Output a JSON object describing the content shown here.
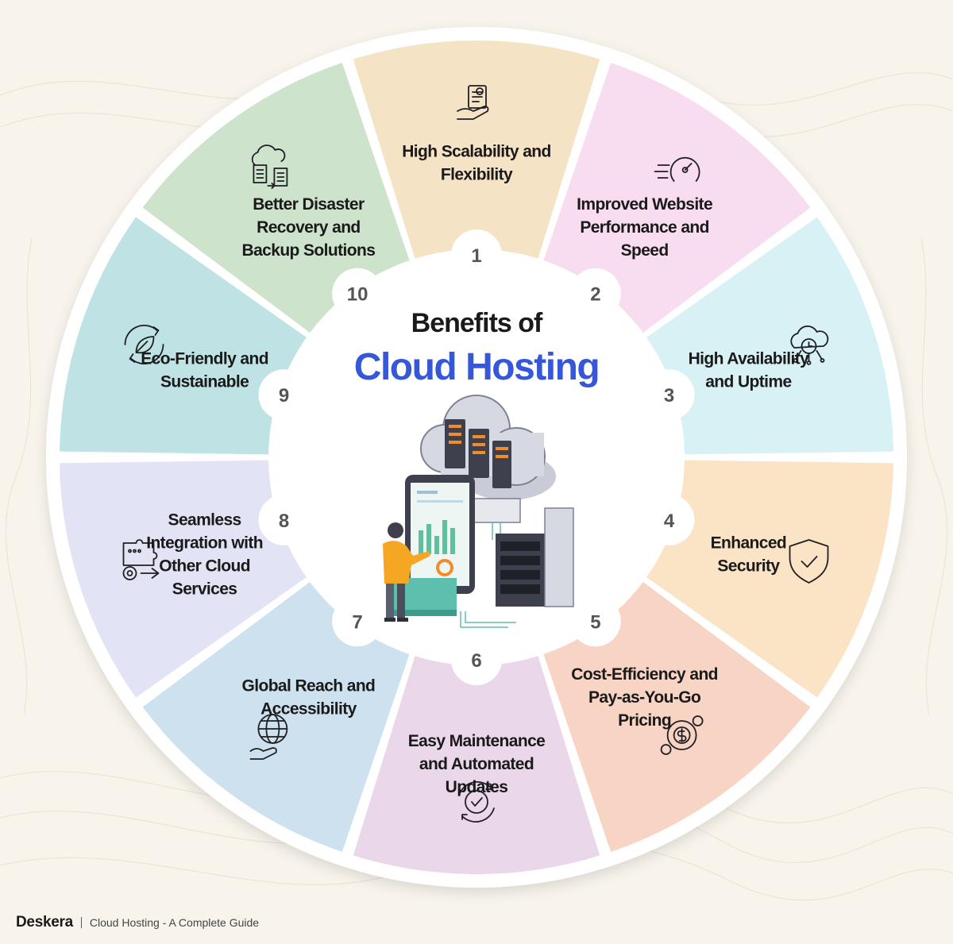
{
  "center": {
    "title_line1": "Benefits of",
    "title_line2": "Cloud Hosting",
    "title_color": "#1a1a1a",
    "accent_color": "#3557d8"
  },
  "segments": [
    {
      "number": "1",
      "lines": [
        "High Scalability and",
        "Flexibility"
      ],
      "color": "#f5e3c6",
      "icon": "hand-report-icon"
    },
    {
      "number": "2",
      "lines": [
        "Improved Website",
        "Performance and",
        "Speed"
      ],
      "color": "#f8dcef",
      "icon": "speedometer-icon"
    },
    {
      "number": "3",
      "lines": [
        "High Availability",
        "and Uptime"
      ],
      "color": "#d8f1f5",
      "icon": "cloud-clock-icon"
    },
    {
      "number": "4",
      "lines": [
        "Enhanced",
        "Security"
      ],
      "color": "#fbe3c6",
      "icon": "shield-check-icon"
    },
    {
      "number": "5",
      "lines": [
        "Cost-Efficiency and",
        "Pay-as-You-Go",
        "Pricing"
      ],
      "color": "#f7d4c4",
      "icon": "gear-dollar-icon"
    },
    {
      "number": "6",
      "lines": [
        "Easy Maintenance",
        "and Automated",
        "Updates"
      ],
      "color": "#ead7e9",
      "icon": "gear-refresh-icon"
    },
    {
      "number": "7",
      "lines": [
        "Global Reach and",
        "Accessibility"
      ],
      "color": "#cde2ee",
      "icon": "globe-hand-icon"
    },
    {
      "number": "8",
      "lines": [
        "Seamless",
        "Integration with",
        "Other Cloud",
        "Services"
      ],
      "color": "#e2e3f5",
      "icon": "puzzle-gear-icon"
    },
    {
      "number": "9",
      "lines": [
        "Eco-Friendly and",
        "Sustainable"
      ],
      "color": "#bfe3e4",
      "icon": "leaf-cycle-icon"
    },
    {
      "number": "10",
      "lines": [
        "Better Disaster",
        "Recovery and",
        "Backup Solutions"
      ],
      "color": "#cde3cc",
      "icon": "cloud-documents-icon"
    }
  ],
  "footer": {
    "brand": "Deskera",
    "guide": "Cloud Hosting - A Complete Guide"
  }
}
